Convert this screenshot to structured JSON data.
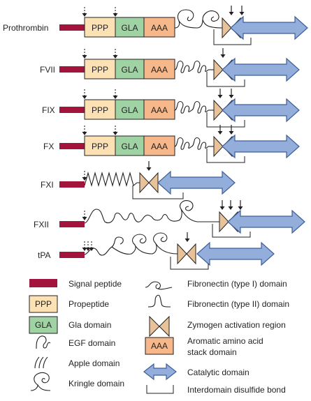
{
  "colors": {
    "signal": "#a3143c",
    "ppp": "#fbe1b4",
    "gla": "#9fd3a4",
    "aaa": "#f6b88a",
    "zymogen": "#e8c39a",
    "catalytic": "#94aedb",
    "catalytic_stroke": "#3d5f9c",
    "line": "#231f20"
  },
  "boxes": {
    "ppp": "PPP",
    "gla": "GLA",
    "aaa": "AAA"
  },
  "proteins": [
    {
      "id": "prothrombin",
      "label": "Prothrombin"
    },
    {
      "id": "fvii",
      "label": "FVII"
    },
    {
      "id": "fix",
      "label": "FIX"
    },
    {
      "id": "fx",
      "label": "FX"
    },
    {
      "id": "fxi",
      "label": "FXI"
    },
    {
      "id": "fxii",
      "label": "FXII"
    },
    {
      "id": "tpa",
      "label": "tPA"
    }
  ],
  "legend": {
    "signal_peptide": "Signal peptide",
    "propeptide": "Propeptide",
    "gla_domain": "Gla domain",
    "egf_domain": "EGF domain",
    "apple_domain": "Apple domain",
    "kringle_domain": "Kringle domain",
    "fibronectin_1": "Fibronectin (type I) domain",
    "fibronectin_2": "Fibronectin (type II) domain",
    "zymogen": "Zymogen activation region",
    "aromatic_line1": "Aromatic amino acid",
    "aromatic_line2": "stack domain",
    "catalytic": "Catalytic domain",
    "disulfide": "Interdomain disulfide bond"
  }
}
